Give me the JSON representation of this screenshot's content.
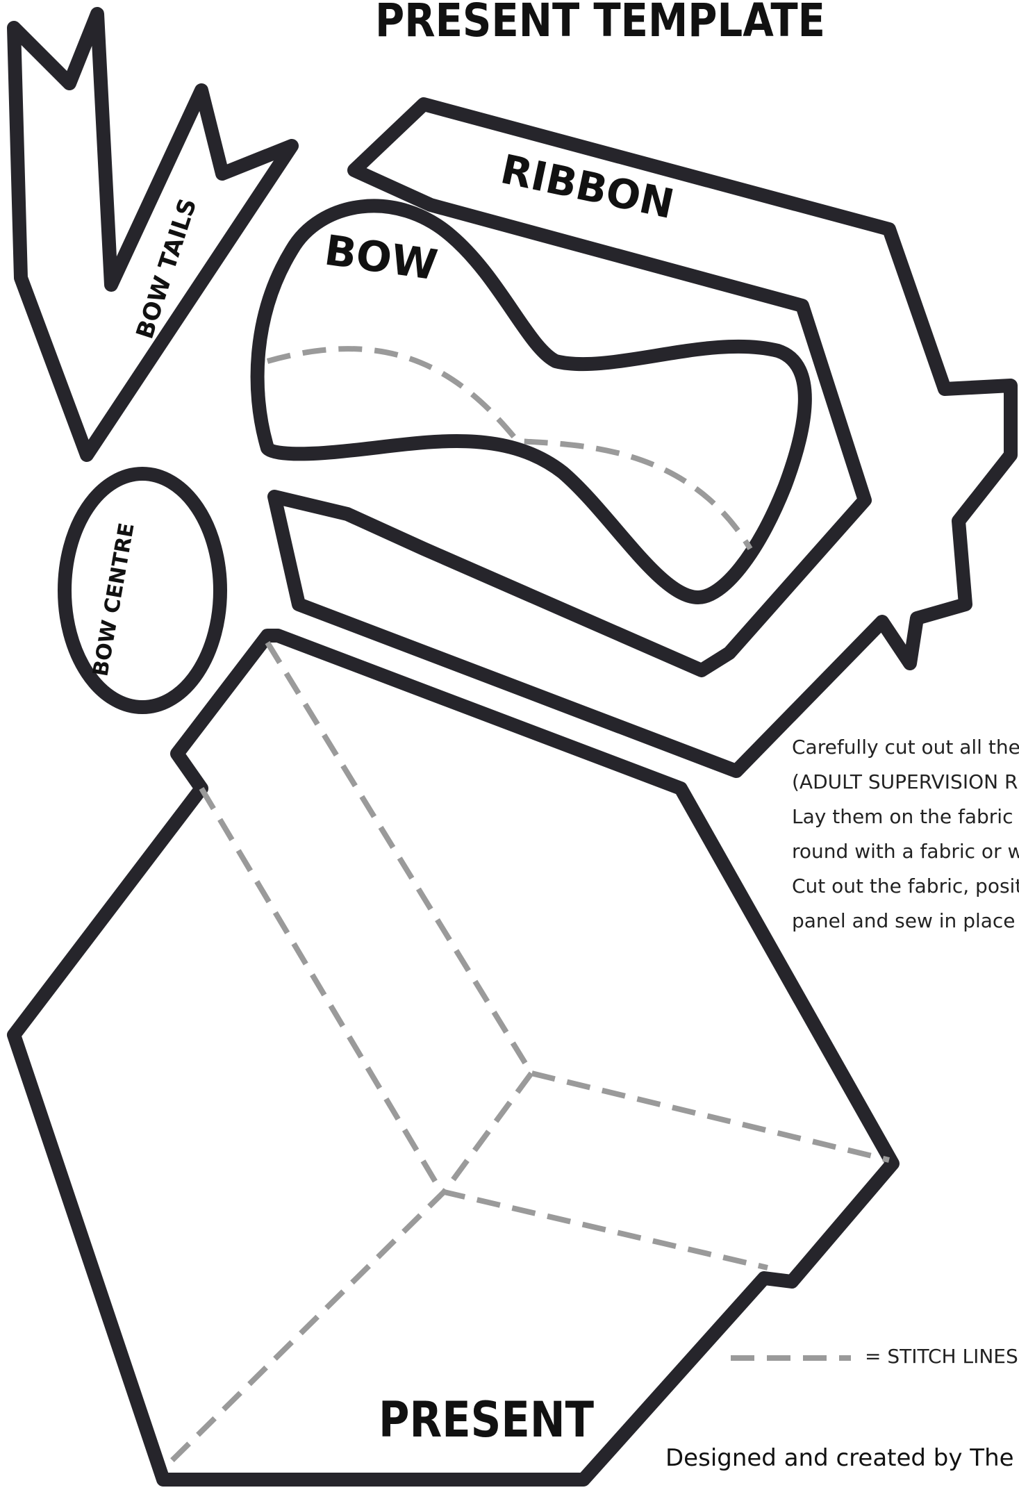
{
  "title": "PRESENT TEMPLATE",
  "pieces": {
    "bow_tails": "BOW TAILS",
    "ribbon": "RIBBON",
    "bow": "BOW",
    "bow_centre": "BOW CENTRE",
    "present": "PRESENT"
  },
  "instructions": [
    "Carefully cut out all the piec",
    "(ADULT SUPERVISION RE",
    "Lay them on the fabric and d",
    " round with a fabric or wash",
    "Cut out the fabric, position o",
    "panel and sew in place"
  ],
  "legend": {
    "label": "= STITCH LINES"
  },
  "credit": "Designed and created by The Crafty (",
  "colors": {
    "outline": "#26252b",
    "stitch": "#9a9a9a",
    "background": "#ffffff"
  }
}
